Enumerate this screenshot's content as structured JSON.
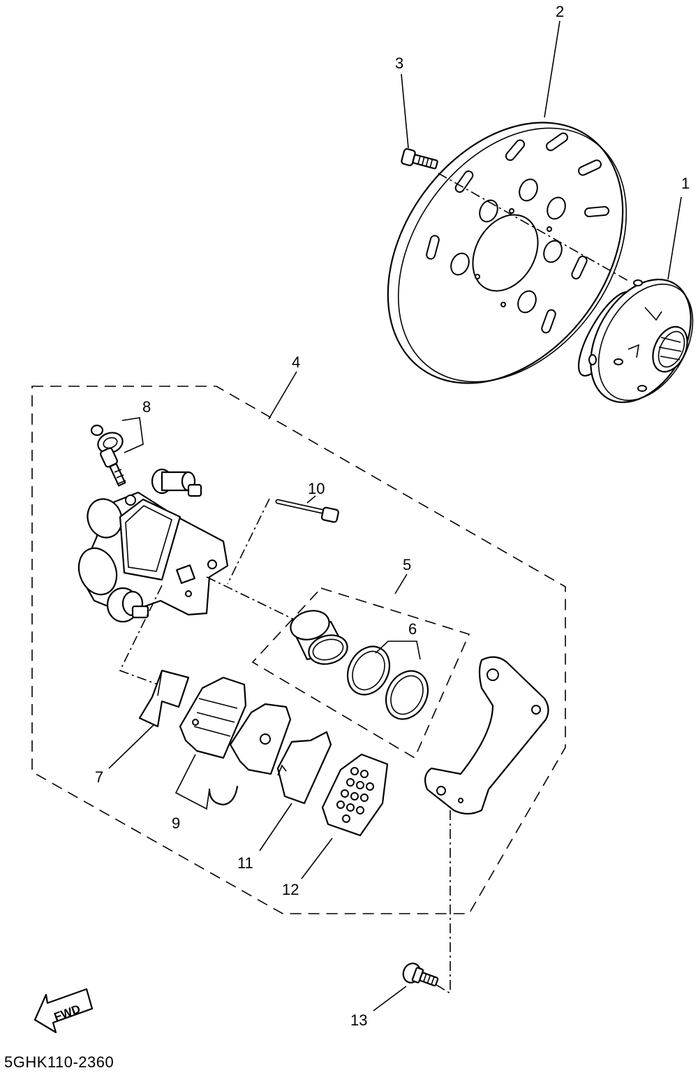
{
  "callouts": {
    "c1": "1",
    "c2": "2",
    "c3": "3",
    "c4": "4",
    "c5": "5",
    "c6": "6",
    "c7": "7",
    "c8": "8",
    "c9": "9",
    "c10": "10",
    "c11": "11",
    "c12": "12",
    "c13": "13"
  },
  "fwd_label": "FWD",
  "drawing_code": "5GHK110-2360"
}
